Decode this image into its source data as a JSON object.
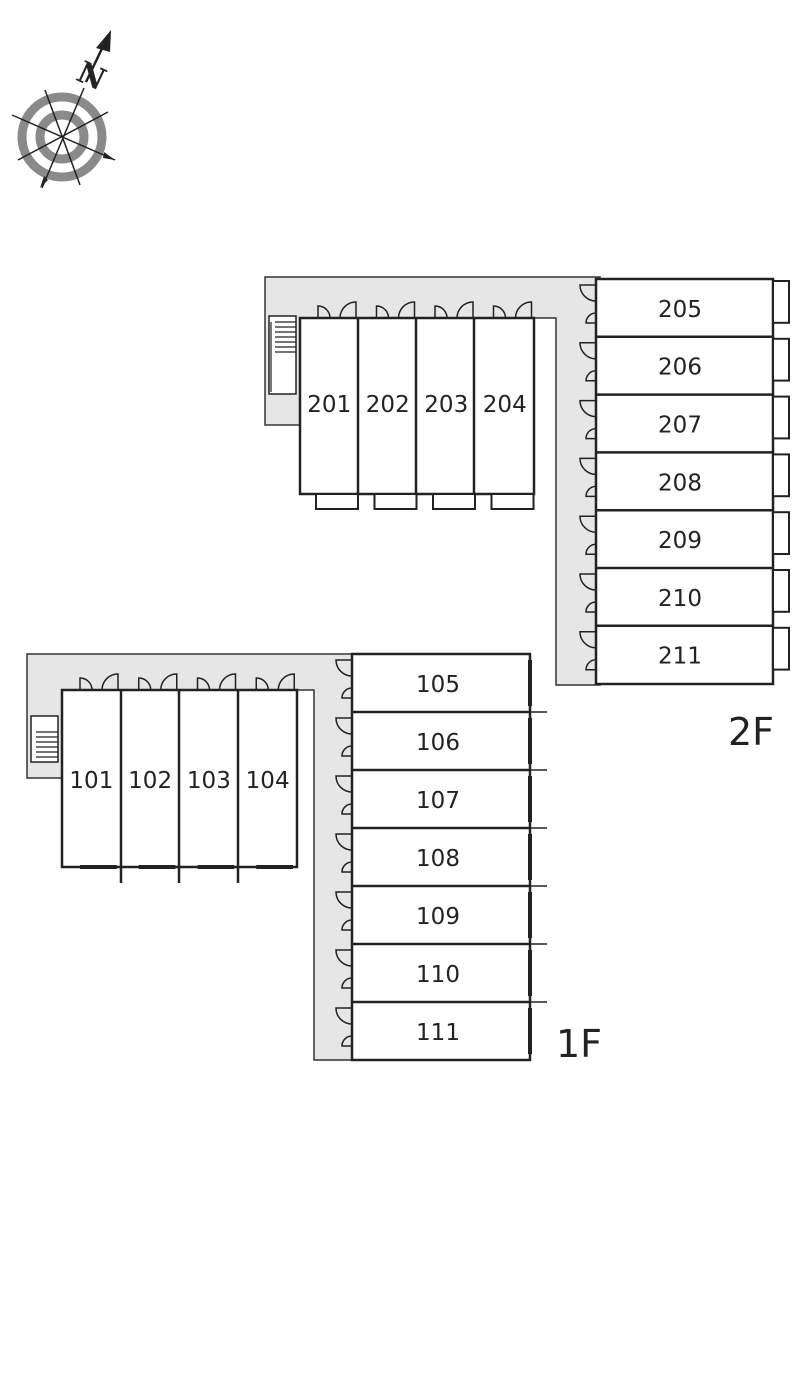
{
  "compass": {
    "label": "N"
  },
  "floors": [
    {
      "id": "2f",
      "label": "2F",
      "west_rooms": [
        "201",
        "202",
        "203",
        "204"
      ],
      "east_rooms": [
        "205",
        "206",
        "207",
        "208",
        "209",
        "210",
        "211"
      ]
    },
    {
      "id": "1f",
      "label": "1F",
      "west_rooms": [
        "101",
        "102",
        "103",
        "104"
      ],
      "east_rooms": [
        "105",
        "106",
        "107",
        "108",
        "109",
        "110",
        "111"
      ]
    }
  ],
  "colors": {
    "corridor": "#e6e6e6",
    "wall": "#222222",
    "compass_ring": "#8a8a8a"
  }
}
